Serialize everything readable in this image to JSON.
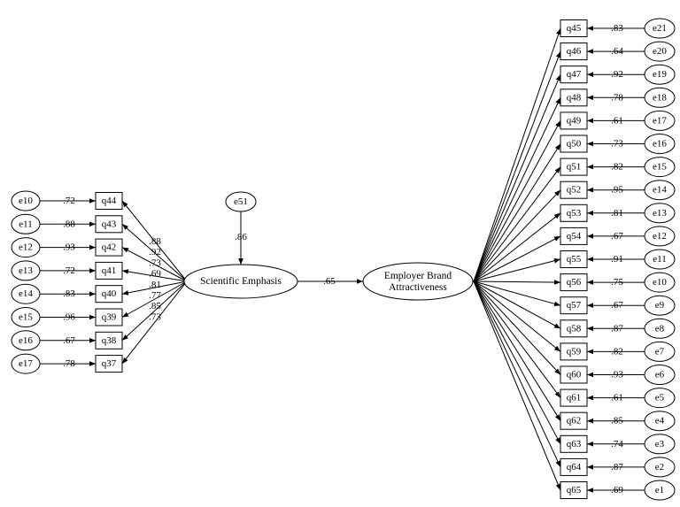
{
  "colors": {
    "line": "#000000",
    "fill": "#ffffff"
  },
  "latent": {
    "se": {
      "lines": [
        "Scientific Emphasis"
      ]
    },
    "eba": {
      "lines": [
        "Employer Brand",
        "Attractiveness"
      ]
    }
  },
  "structural_error": {
    "name": "e51",
    "loading": ".86"
  },
  "structural_path": {
    "from": "Scientific Emphasis",
    "to": "Employer Brand Attractiveness",
    "coef": ".65"
  },
  "left_block": {
    "items": [
      {
        "name": "q44",
        "error": "e10",
        "err_coef": ".72",
        "loading": ".88"
      },
      {
        "name": "q43",
        "error": "e11",
        "err_coef": ".88",
        "loading": ".92"
      },
      {
        "name": "q42",
        "error": "e12",
        "err_coef": ".93",
        "loading": ".73"
      },
      {
        "name": "q41",
        "error": "e13",
        "err_coef": ".72",
        "loading": ".69"
      },
      {
        "name": "q40",
        "error": "e14",
        "err_coef": ".83",
        "loading": ".81"
      },
      {
        "name": "q39",
        "error": "e15",
        "err_coef": ".96",
        "loading": ".77"
      },
      {
        "name": "q38",
        "error": "e16",
        "err_coef": ".67",
        "loading": ".85"
      },
      {
        "name": "q37",
        "error": "e17",
        "err_coef": ".78",
        "loading": ".73"
      }
    ]
  },
  "right_block": {
    "items": [
      {
        "name": "q45",
        "error": "e21",
        "err_coef": ".83"
      },
      {
        "name": "q46",
        "error": "e20",
        "err_coef": ".64"
      },
      {
        "name": "q47",
        "error": "e19",
        "err_coef": ".92"
      },
      {
        "name": "q48",
        "error": "e18",
        "err_coef": ".78"
      },
      {
        "name": "q49",
        "error": "e17",
        "err_coef": ".61"
      },
      {
        "name": "q50",
        "error": "e16",
        "err_coef": ".73"
      },
      {
        "name": "q51",
        "error": "e15",
        "err_coef": ".82"
      },
      {
        "name": "q52",
        "error": "e14",
        "err_coef": ".95"
      },
      {
        "name": "q53",
        "error": "e13",
        "err_coef": ".81"
      },
      {
        "name": "q54",
        "error": "e12",
        "err_coef": ".67"
      },
      {
        "name": "q55",
        "error": "e11",
        "err_coef": ".91"
      },
      {
        "name": "q56",
        "error": "e10",
        "err_coef": ".75"
      },
      {
        "name": "q57",
        "error": "e9",
        "err_coef": ".67"
      },
      {
        "name": "q58",
        "error": "e8",
        "err_coef": ".87"
      },
      {
        "name": "q59",
        "error": "e7",
        "err_coef": ".82"
      },
      {
        "name": "q60",
        "error": "e6",
        "err_coef": ".93"
      },
      {
        "name": "q61",
        "error": "e5",
        "err_coef": ".61"
      },
      {
        "name": "q62",
        "error": "e4",
        "err_coef": ".85"
      },
      {
        "name": "q63",
        "error": "e3",
        "err_coef": ".74"
      },
      {
        "name": "q64",
        "error": "e2",
        "err_coef": ".87"
      },
      {
        "name": "q65",
        "error": "e1",
        "err_coef": ".69"
      }
    ]
  }
}
